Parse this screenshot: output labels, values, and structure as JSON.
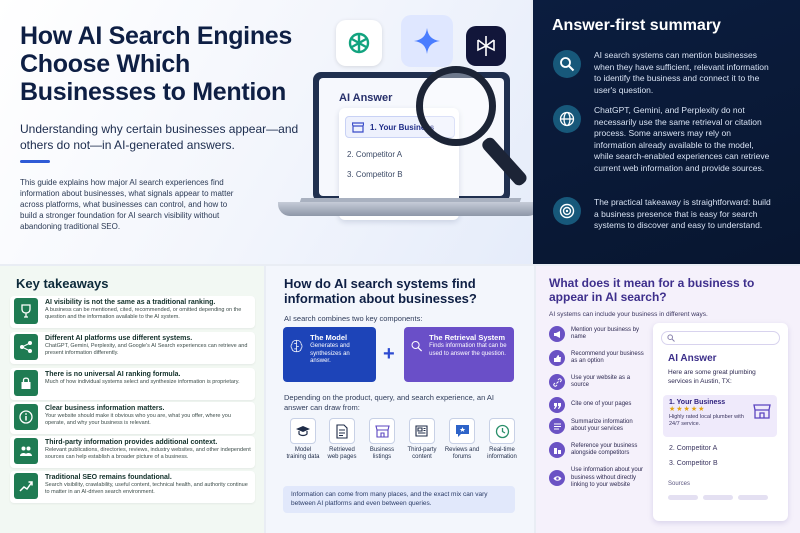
{
  "hero": {
    "title": "How AI Search Engines Choose Which Businesses to Mention",
    "subtitle": "Understanding why certain businesses appear—and others do not—in AI-generated answers.",
    "body": "This guide explains how major AI search experiences find information about businesses, what signals appear to matter across platforms, what businesses can control, and how to build a stronger foundation for AI search visibility without abandoning traditional SEO.",
    "apps": [
      {
        "icon": "chatgpt-icon",
        "color": "#12a37f"
      },
      {
        "icon": "gemini-icon",
        "color": "#4a7dff"
      },
      {
        "icon": "perplexity-icon",
        "color": "#12163a"
      }
    ],
    "mock": {
      "title": "AI Answer",
      "first": "1. Your Business",
      "second": "2. Competitor A",
      "third": "3. Competitor B"
    }
  },
  "summary": {
    "title": "Answer-first summary",
    "items": [
      {
        "icon": "search-icon",
        "text": "AI search systems can mention businesses when they have sufficient, relevant information to identify the business and connect it to the user's question."
      },
      {
        "icon": "globe-icon",
        "text": "ChatGPT, Gemini, and Perplexity do not necessarily use the same retrieval or citation process. Some answers may rely on information already available to the model, while search-enabled experiences can retrieve current web information and provide sources."
      },
      {
        "icon": "target-icon",
        "text": "The practical takeaway is straightforward: build a business presence that is easy for search systems to discover and easy to understand."
      }
    ]
  },
  "takeaways": {
    "title": "Key takeaways",
    "items": [
      {
        "icon": "trophy-icon",
        "head": "AI visibility is not the same as a traditional ranking.",
        "body": "A business can be mentioned, cited, recommended, or omitted depending on the question and the information available to the AI system."
      },
      {
        "icon": "share-icon",
        "head": "Different AI platforms use different systems.",
        "body": "ChatGPT, Gemini, Perplexity, and Google's AI Search experiences can retrieve and present information differently."
      },
      {
        "icon": "lock-icon",
        "head": "There is no universal AI ranking formula.",
        "body": "Much of how individual systems select and synthesize information is proprietary."
      },
      {
        "icon": "info-icon",
        "head": "Clear business information matters.",
        "body": "Your website should make it obvious who you are, what you offer, where you operate, and why your business is relevant."
      },
      {
        "icon": "people-icon",
        "head": "Third-party information provides additional context.",
        "body": "Relevant publications, directories, reviews, industry websites, and other independent sources can help establish a broader picture of a business."
      },
      {
        "icon": "growth-icon",
        "head": "Traditional SEO remains foundational.",
        "body": "Search visibility, crawlability, useful content, technical health, and authority continue to matter in an AI-driven search environment."
      }
    ]
  },
  "how": {
    "title": "How do AI search systems find information about businesses?",
    "intro": "AI search combines two key components:",
    "model": {
      "title": "The Model",
      "body": "Generates and synthesizes an answer."
    },
    "retrieval": {
      "title": "The Retrieval System",
      "body": "Finds information that can be used to answer the question."
    },
    "plus": "+",
    "depending": "Depending on the product, query, and search experience, an AI answer can draw from:",
    "sources": [
      {
        "icon": "graduation-icon",
        "label": "Model training data"
      },
      {
        "icon": "document-icon",
        "label": "Retrieved web pages"
      },
      {
        "icon": "store-icon",
        "label": "Business listings"
      },
      {
        "icon": "newspaper-icon",
        "label": "Third-party content"
      },
      {
        "icon": "review-icon",
        "label": "Reviews and forums"
      },
      {
        "icon": "clock-icon",
        "label": "Real-time information"
      }
    ],
    "note": "Information can come from many places, and the exact mix can vary between AI platforms and even between queries."
  },
  "meaning": {
    "title": "What does it mean for a business to appear in AI search?",
    "intro": "AI systems can include your business in different ways.",
    "items": [
      {
        "icon": "megaphone-icon",
        "text": "Mention your business by name"
      },
      {
        "icon": "thumbs-up-icon",
        "text": "Recommend your business as an option"
      },
      {
        "icon": "link-icon",
        "text": "Use your website as a source"
      },
      {
        "icon": "quote-icon",
        "text": "Cite one of your pages"
      },
      {
        "icon": "summary-icon",
        "text": "Summarize information about your services"
      },
      {
        "icon": "compare-icon",
        "text": "Reference your business alongside competitors"
      },
      {
        "icon": "eye-icon",
        "text": "Use information about your business without directly linking to your website"
      }
    ],
    "card": {
      "title": "AI Answer",
      "intro": "Here are some great plumbing services in Austin, TX:",
      "top_name": "1. Your Business",
      "stars": "★★★★★",
      "top_desc": "Highly rated local plumber with 24/7 service.",
      "comp_a": "2. Competitor A",
      "comp_b": "3. Competitor B",
      "sources": "Sources"
    }
  }
}
